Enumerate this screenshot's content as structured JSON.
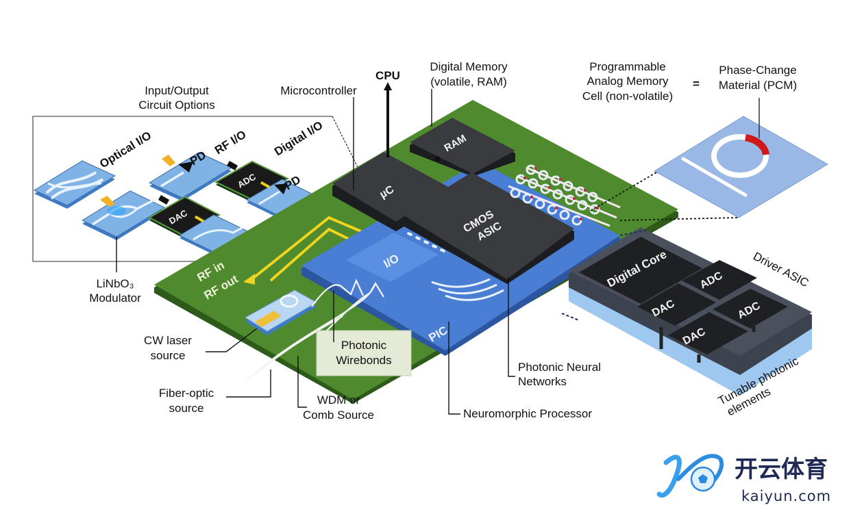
{
  "diagram": {
    "title_labels": {
      "io_options": [
        "Input/Output",
        "Circuit Options"
      ],
      "microcontroller": "Microcontroller",
      "cpu": "CPU",
      "digital_memory": [
        "Digital Memory",
        "(volatile, RAM)"
      ],
      "analog_memory": [
        "Programmable",
        "Analog Memory",
        "Cell (non-volatile)"
      ],
      "equals": "=",
      "pcm": [
        "Phase-Change",
        "Material (PCM)"
      ]
    },
    "io_inset": {
      "optical_io": "Optical I/O",
      "rf_io": "RF I/O",
      "digital_io": "Digital I/O",
      "pd": "PD",
      "adc": "ADC",
      "dac": "DAC"
    },
    "board_chips": {
      "uc": "µC",
      "ram": "RAM",
      "cmos_asic": [
        "CMOS",
        "ASIC"
      ],
      "io": "I/O",
      "pic": "PIC",
      "rf": [
        "RF in",
        "RF out"
      ]
    },
    "driver_asic": {
      "title": "Driver ASIC",
      "digital_core": "Digital Core",
      "blocks": [
        "ADC",
        "DAC",
        "ADC",
        "DAC"
      ],
      "tunable": [
        "Tunable photonic",
        "elements"
      ]
    },
    "callouts": {
      "linbo3": [
        "LiNbO₃",
        "Modulator"
      ],
      "cw_laser": [
        "CW laser",
        "source"
      ],
      "fiber_optic": [
        "Fiber-optic",
        "source"
      ],
      "wdm": [
        "WDM or",
        "Comb Source"
      ],
      "photonic_wirebonds": [
        "Photonic",
        "Wirebonds"
      ],
      "neuromorphic": "Neuromorphic Processor",
      "photonic_neural": [
        "Photonic Neural",
        "Networks"
      ]
    },
    "colors": {
      "board_green": "#4f8a2e",
      "board_edge": "#2e5a1a",
      "pic_blue": "#4a7ed4",
      "pic_edge": "#2c56a0",
      "chip_dark": "#2e2f33",
      "pcm_red": "#d01818",
      "rf_yellow": "#f0d41e",
      "pcm_plate": "#9ab8e6"
    }
  },
  "watermark": {
    "brand_cn": "开云体育",
    "brand_en": "kaiyun.com"
  }
}
